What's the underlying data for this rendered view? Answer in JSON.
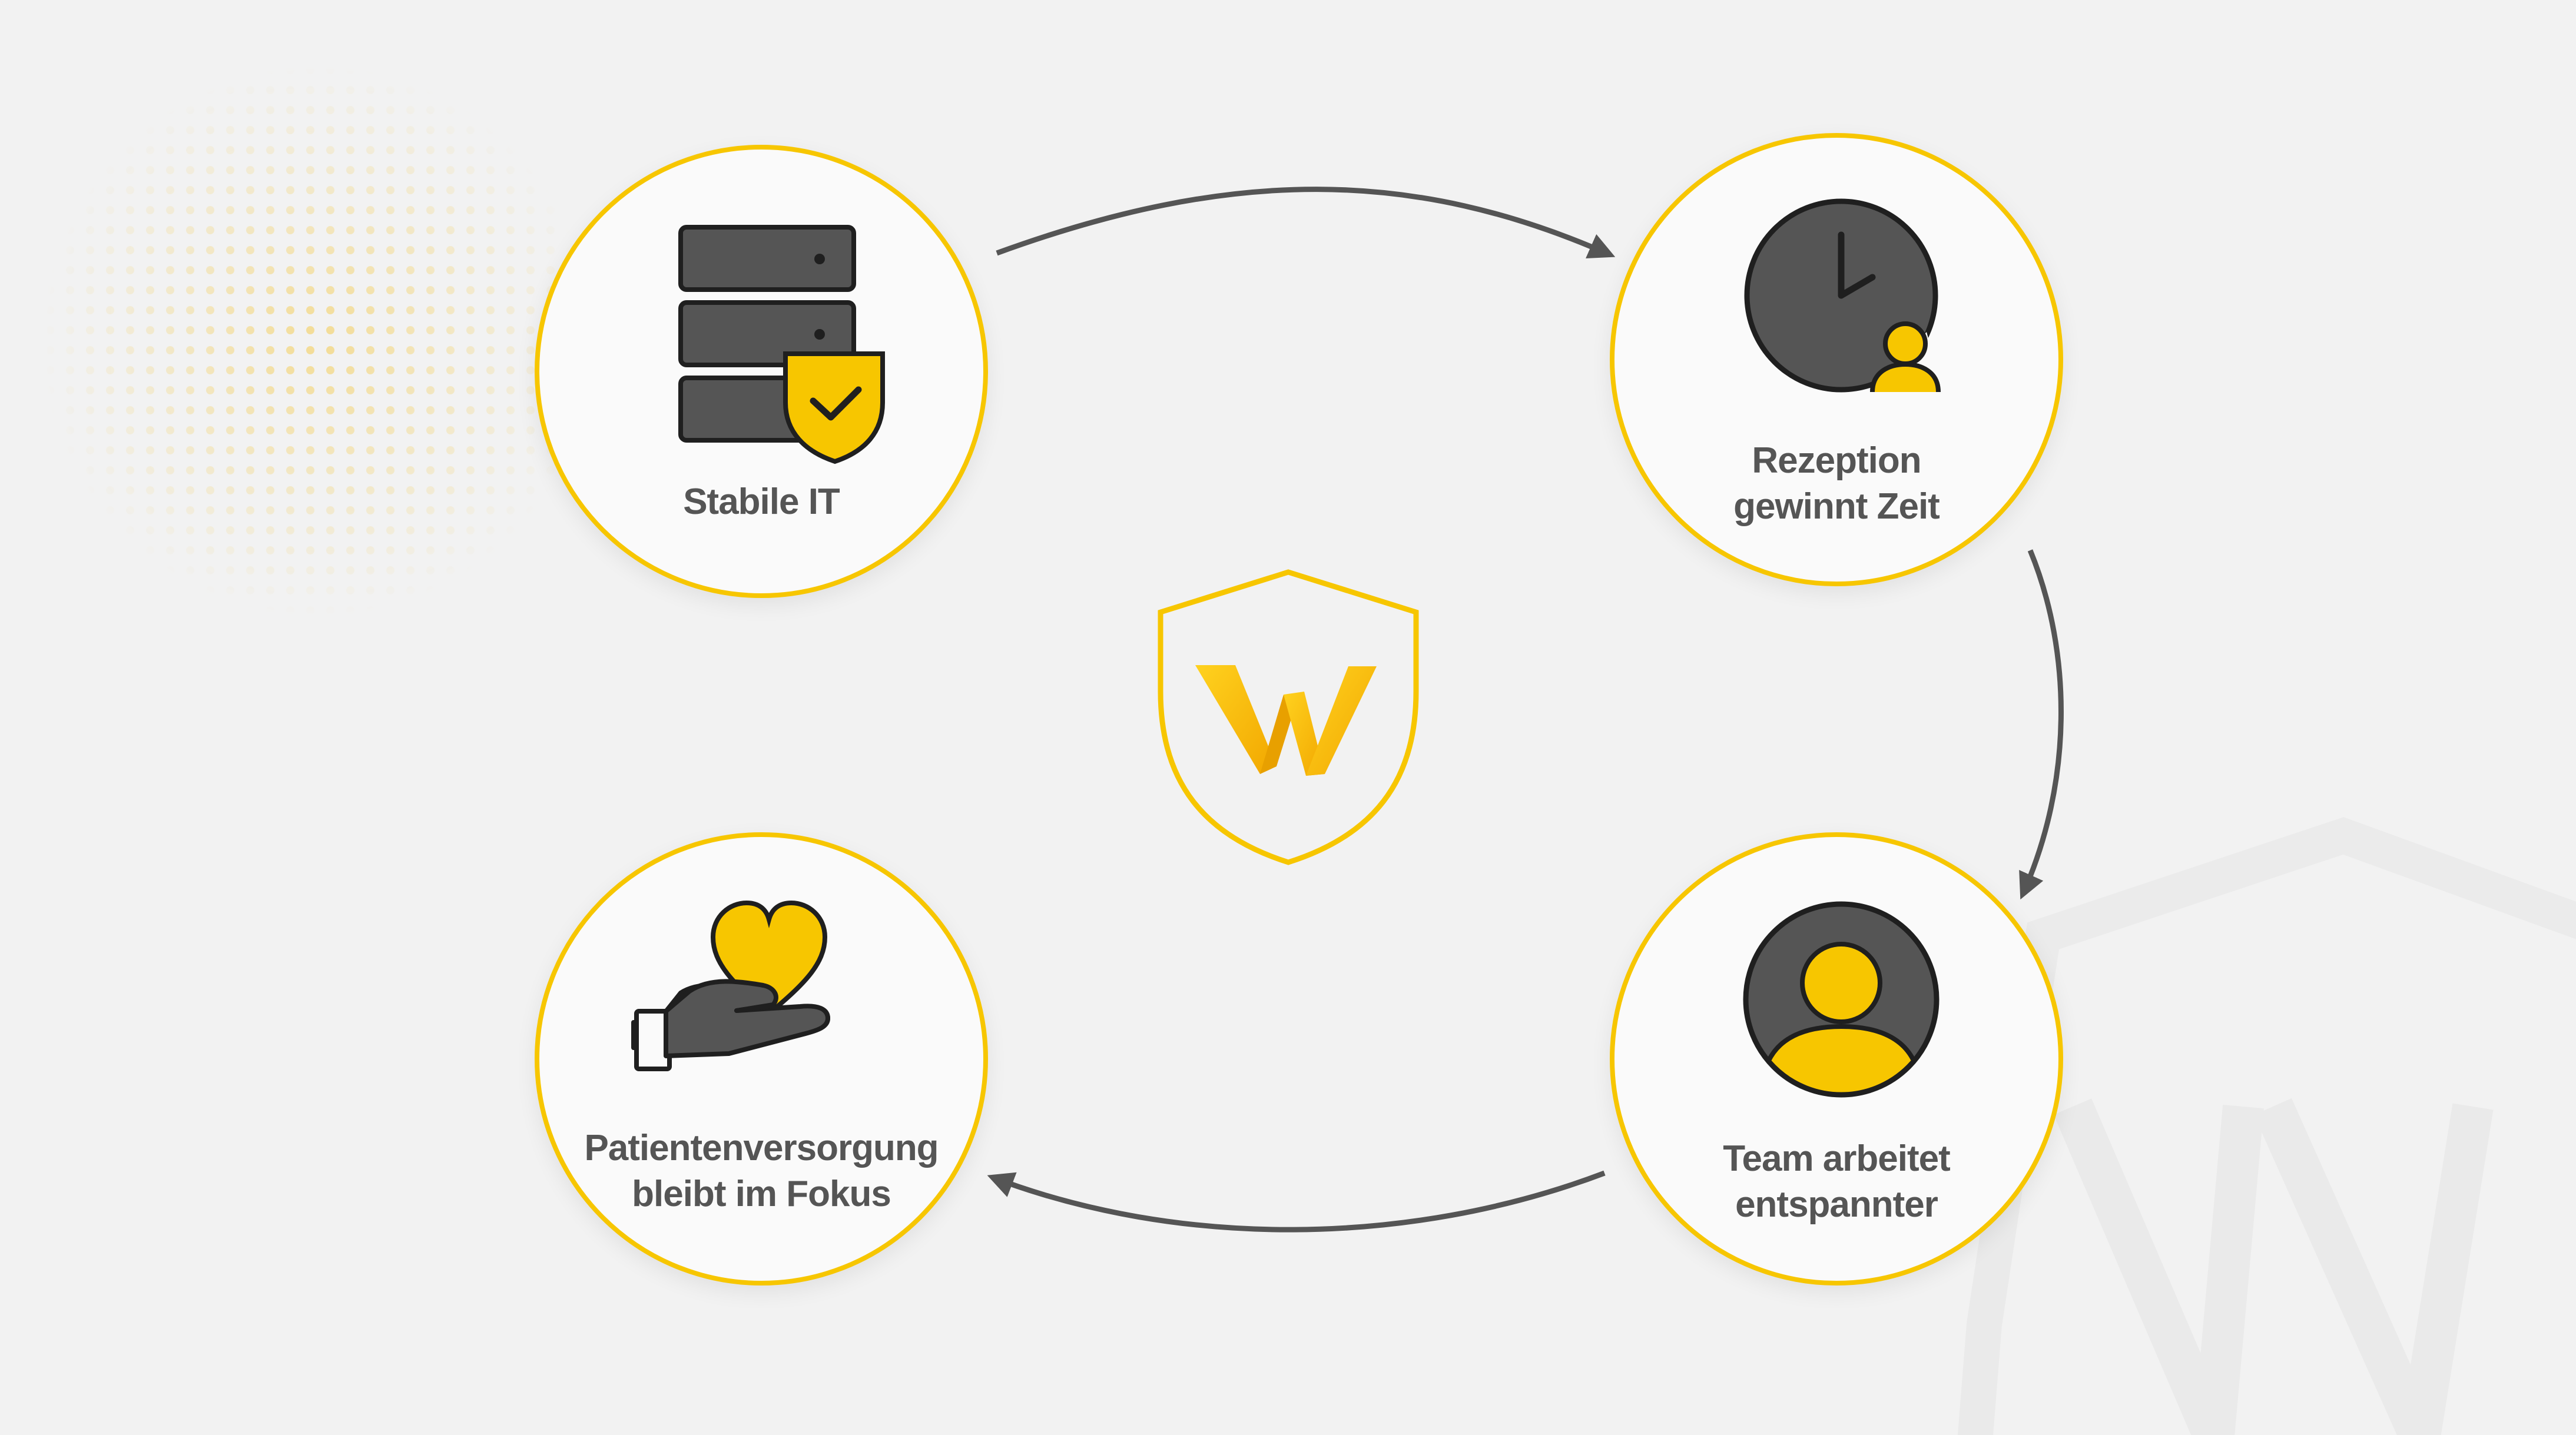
{
  "diagram": {
    "nodes": [
      {
        "id": "stabile-it",
        "label_lines": [
          "Stabile IT"
        ],
        "icon": "server-shield-icon"
      },
      {
        "id": "rezeption",
        "label_lines": [
          "Rezeption",
          "gewinnt Zeit"
        ],
        "icon": "clock-user-icon"
      },
      {
        "id": "team",
        "label_lines": [
          "Team arbeitet",
          "entspannter"
        ],
        "icon": "user-avatar-icon"
      },
      {
        "id": "patienten",
        "label_lines": [
          "Patientenversorgung",
          "bleibt im Fokus"
        ],
        "icon": "heart-hand-icon"
      }
    ],
    "edges": [
      {
        "from": "stabile-it",
        "to": "rezeption"
      },
      {
        "from": "rezeption",
        "to": "team"
      },
      {
        "from": "team",
        "to": "patienten"
      }
    ],
    "center_logo": "w-shield-logo"
  },
  "colors": {
    "background": "#f2f2f2",
    "accent": "#f7c600",
    "icon_dark": "#555555",
    "outline": "#1f1f1f",
    "arrow": "#555555",
    "node_fill": "#fafafa"
  }
}
